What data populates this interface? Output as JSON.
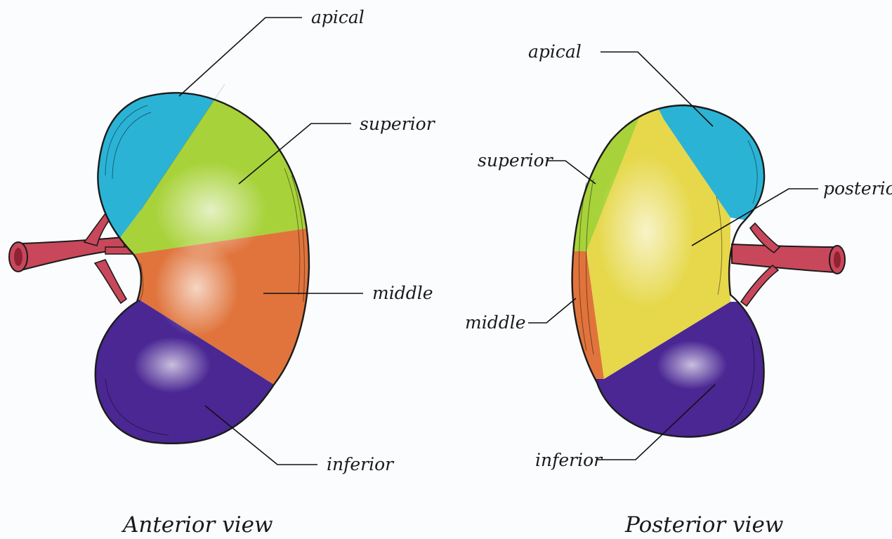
{
  "views": [
    {
      "title": "Anterior view",
      "labels": {
        "apical": "apical",
        "superior": "superior",
        "middle": "middle",
        "inferior": "inferior"
      }
    },
    {
      "title": "Posterior view",
      "labels": {
        "apical": "apical",
        "superior": "superior",
        "posterior": "posterior",
        "middle": "middle",
        "inferior": "inferior"
      }
    }
  ],
  "colors": {
    "apical": "#2bb3d6",
    "superior": "#a8d23a",
    "middle": "#e0743c",
    "inferior": "#4a2793",
    "posterior": "#e6d84a",
    "vessel": "#c9475a",
    "vessel_dark": "#8f2234",
    "outline": "#1b1b1b"
  }
}
